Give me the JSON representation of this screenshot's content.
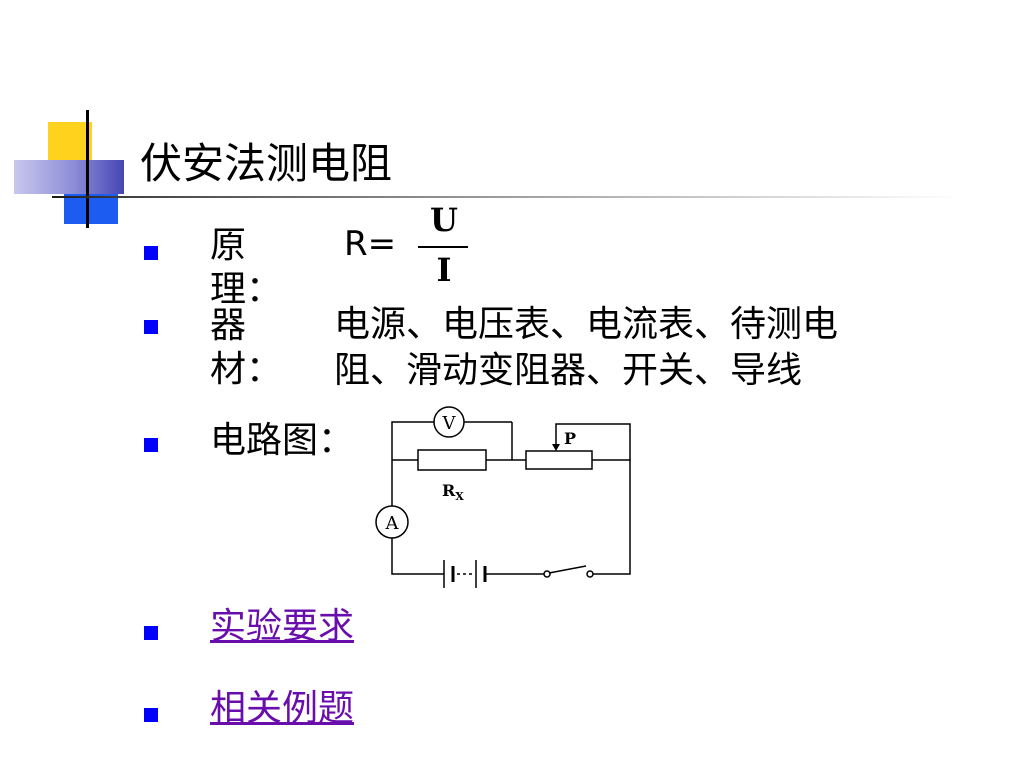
{
  "slide": {
    "title": "伏安法测电阻",
    "principle": {
      "label": "原理：",
      "formula_prefix": "R=",
      "numerator": "U",
      "denominator": "I"
    },
    "equipment": {
      "label": "器材：",
      "line1": "电源、电压表、电流表、待测电",
      "line2": "阻、滑动变阻器、开关、导线"
    },
    "circuit": {
      "label": "电路图：",
      "voltmeter": "V",
      "ammeter": "A",
      "slider": "P",
      "resistor": "R",
      "resistor_sub": "X"
    },
    "links": {
      "requirements": "实验要求",
      "examples": "相关例题"
    }
  },
  "colors": {
    "bullet": "#0000ff",
    "link": "#6a0dad",
    "accent_yellow": "#ffd21e",
    "accent_blue": "#1c5cf0"
  }
}
